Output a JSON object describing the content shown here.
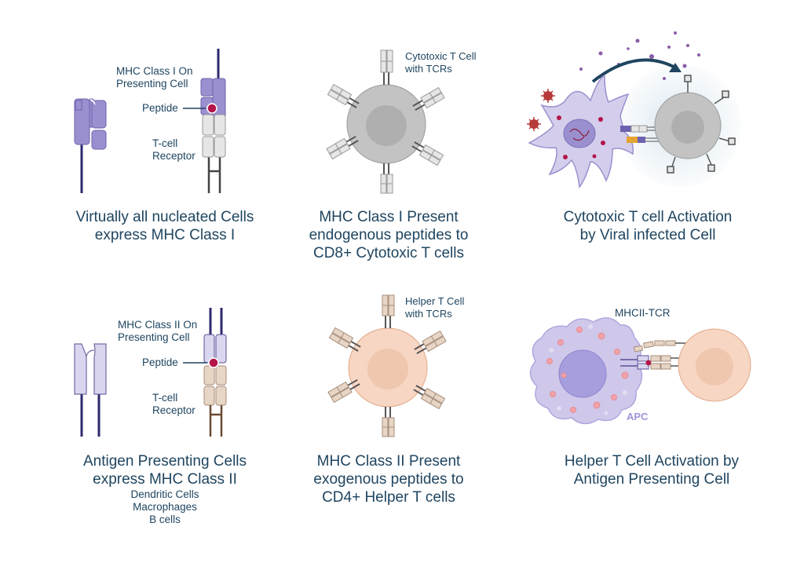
{
  "panel1": {
    "mhc_label": [
      "MHC Class I On",
      "Presenting Cell"
    ],
    "peptide_label": "Peptide",
    "tcr_label": [
      "T-cell",
      "Receptor"
    ],
    "caption": [
      "Virtually all nucleated Cells",
      "express MHC Class I"
    ]
  },
  "panel2": {
    "cell_label": [
      "Cytotoxic T Cell",
      "with TCRs"
    ],
    "caption": [
      "MHC Class I Present",
      "endogenous peptides to",
      "CD8+ Cytotoxic T cells"
    ]
  },
  "panel3": {
    "caption": [
      "Cytotoxic T cell Activation",
      "by Viral infected Cell"
    ]
  },
  "panel4": {
    "mhc_label": [
      "MHC Class II On",
      "Presenting Cell"
    ],
    "peptide_label": "Peptide",
    "tcr_label": [
      "T-cell",
      "Receptor"
    ],
    "caption": [
      "Antigen Presenting Cells",
      "express MHC Class II"
    ],
    "apc_types": [
      "Dendritic Cells",
      "Macrophages",
      "B cells"
    ]
  },
  "panel5": {
    "cell_label": [
      "Helper T Cell",
      "with TCRs"
    ],
    "caption": [
      "MHC Class II Present",
      "exogenous peptides to",
      "CD4+ Helper T cells"
    ]
  },
  "panel6": {
    "complex_label": "MHCII-TCR",
    "apc_label": "APC",
    "caption": [
      "Helper T Cell Activation by",
      "Antigen Presenting Cell"
    ]
  },
  "colors": {
    "mhc1": "#9b90cf",
    "mhc1_stroke": "#6d62ad",
    "mhc2": "#dad6ef",
    "mhc2_stroke": "#5a4f93",
    "tcr_gray": "#e6e6e6",
    "tcr_tan": "#e7d5c6",
    "peptide": "#b3154a",
    "cytotoxic_cell": "#c3c3c3",
    "helper_cell": "#f7d6c3",
    "text": "#1f4560"
  }
}
